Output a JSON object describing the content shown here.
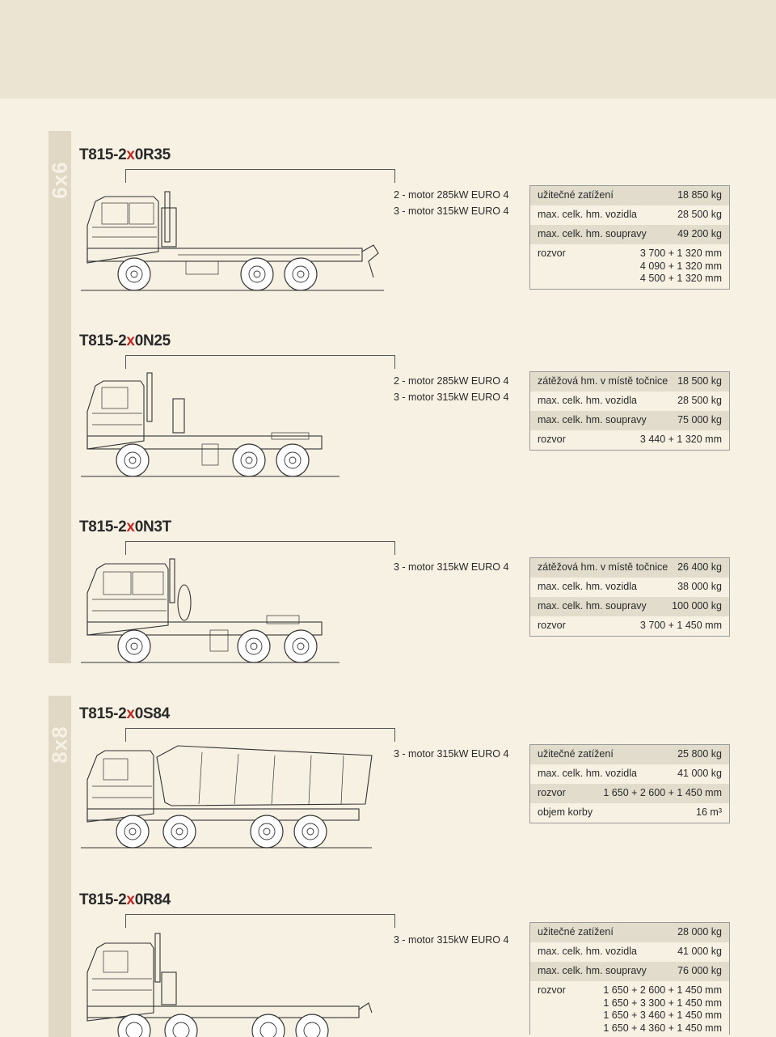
{
  "categories": [
    {
      "label": "6x6"
    },
    {
      "label": "8x8"
    }
  ],
  "models": [
    {
      "title_prefix": "T815-2",
      "title_x": "x",
      "title_suffix": "0R35",
      "motors": [
        "2 - motor 285kW EURO 4",
        "3 - motor 315kW EURO 4"
      ],
      "specs": [
        {
          "label": "užitečné zatížení",
          "values": [
            "18 850 kg"
          ]
        },
        {
          "label": "max. celk. hm. vozidla",
          "values": [
            "28 500 kg"
          ]
        },
        {
          "label": "max. celk. hm. soupravy",
          "values": [
            "49 200 kg"
          ]
        },
        {
          "label": "rozvor",
          "values": [
            "3 700 + 1 320 mm",
            "4 090 + 1 320 mm",
            "4 500 + 1 320 mm"
          ]
        }
      ]
    },
    {
      "title_prefix": "T815-2",
      "title_x": "x",
      "title_suffix": "0N25",
      "motors": [
        "2 - motor 285kW EURO 4",
        "3 - motor 315kW EURO 4"
      ],
      "specs": [
        {
          "label": "zátěžová hm. v místě točnice",
          "values": [
            "18 500 kg"
          ]
        },
        {
          "label": "max. celk. hm. vozidla",
          "values": [
            "28 500 kg"
          ]
        },
        {
          "label": "max. celk. hm. soupravy",
          "values": [
            "75 000 kg"
          ]
        },
        {
          "label": "rozvor",
          "values": [
            "3 440 + 1 320 mm"
          ]
        }
      ]
    },
    {
      "title_prefix": "T815-2",
      "title_x": "x",
      "title_suffix": "0N3T",
      "motors": [
        "3 - motor 315kW EURO 4"
      ],
      "specs": [
        {
          "label": "zátěžová hm. v místě točnice",
          "values": [
            "26 400 kg"
          ]
        },
        {
          "label": "max. celk. hm. vozidla",
          "values": [
            "38 000 kg"
          ]
        },
        {
          "label": "max. celk. hm. soupravy",
          "values": [
            "100 000 kg"
          ]
        },
        {
          "label": "rozvor",
          "values": [
            "3 700 + 1 450 mm"
          ]
        }
      ]
    },
    {
      "title_prefix": "T815-2",
      "title_x": "x",
      "title_suffix": "0S84",
      "motors": [
        "3 - motor 315kW EURO 4"
      ],
      "specs": [
        {
          "label": "užitečné zatížení",
          "values": [
            "25 800 kg"
          ]
        },
        {
          "label": "max. celk. hm. vozidla",
          "values": [
            "41 000 kg"
          ]
        },
        {
          "label": "rozvor",
          "values": [
            "1 650 + 2 600 + 1 450 mm"
          ]
        },
        {
          "label": "objem korby",
          "values": [
            "16 m³"
          ]
        }
      ]
    },
    {
      "title_prefix": "T815-2",
      "title_x": "x",
      "title_suffix": "0R84",
      "motors": [
        "3 - motor 315kW EURO 4"
      ],
      "specs": [
        {
          "label": "užitečné zatížení",
          "values": [
            "28 000 kg"
          ]
        },
        {
          "label": "max. celk. hm. vozidla",
          "values": [
            "41 000 kg"
          ]
        },
        {
          "label": "max. celk. hm. soupravy",
          "values": [
            "76 000 kg"
          ]
        },
        {
          "label": "rozvor",
          "values": [
            "1 650 + 2 600 + 1 450 mm",
            "1 650 + 3 300 + 1 450 mm",
            "1 650 + 3 460 + 1 450 mm",
            "1 650 + 4 360 + 1 450 mm"
          ]
        }
      ]
    }
  ],
  "colors": {
    "background": "#f7f1e4",
    "top_band": "#ece4d3",
    "sidebar": "#e1d7c5",
    "row_shade": "#e2dccd",
    "accent_x": "#c0281f"
  }
}
